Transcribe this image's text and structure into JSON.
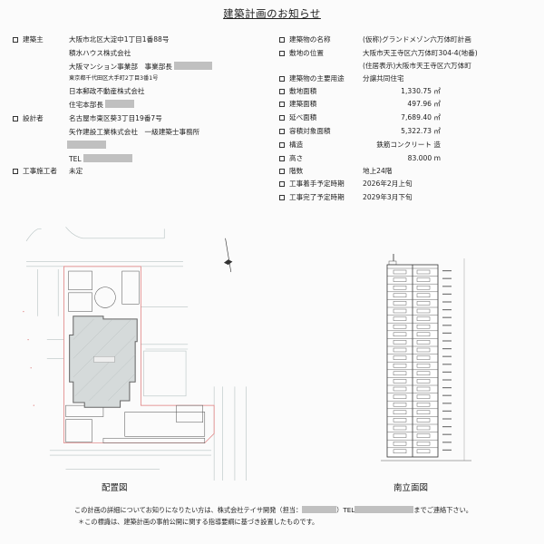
{
  "title": "建築計画のお知らせ",
  "left": {
    "owner": {
      "label": "建築主",
      "lines": [
        "大阪市北区大淀中1丁目1番88号",
        "積水ハウス株式会社",
        "大阪マンション事業部　事業部長",
        "東京都千代田区大手町2丁目3番1号",
        "日本郵政不動産株式会社",
        "住宅本部長"
      ]
    },
    "designer": {
      "label": "設計者",
      "lines": [
        "名古屋市東区葵3丁目19番7号",
        "矢作建設工業株式会社　一級建築士事務所",
        "",
        "TEL"
      ]
    },
    "contractor": {
      "label": "工事施工者",
      "value": "未定"
    }
  },
  "right": {
    "items": [
      {
        "label": "建築物の名称",
        "value": "(仮称)グランドメゾン六万体町計画"
      },
      {
        "label": "敷地の位置",
        "value": "大阪市天王寺区六万体町304-4(地番)"
      },
      {
        "label": "",
        "value": "(住居表示)大阪市天王寺区六万体町"
      },
      {
        "label": "建築物の主要用途",
        "value": "分譲共同住宅"
      },
      {
        "label": "敷地面積",
        "value": "1,330.75 ㎡"
      },
      {
        "label": "建築面積",
        "value": "497.96 ㎡"
      },
      {
        "label": "延べ面積",
        "value": "7,689.40 ㎡"
      },
      {
        "label": "容積対象面積",
        "value": "5,322.73 ㎡"
      },
      {
        "label": "構造",
        "value": "鉄筋コンクリート 造"
      },
      {
        "label": "高さ",
        "value": "83.000 m"
      },
      {
        "label": "階数",
        "value": "地上24階"
      },
      {
        "label": "工事着手予定時期",
        "value": "2026年2月上旬"
      },
      {
        "label": "工事完了予定時期",
        "value": "2029年3月下旬"
      }
    ]
  },
  "drawings": {
    "site_plan_caption": "配置図",
    "elevation_caption": "南立面図"
  },
  "footer": {
    "contact_prefix": "この計画の詳細についてお知りになりたい方は、株式会社テイサ開発（担当：",
    "contact_mid": "）TEL",
    "contact_suffix": "までご連絡下さい。",
    "note": "＊この標識は、建築計画の事前公開に関する指導要綱に基づき設置したものです。"
  }
}
